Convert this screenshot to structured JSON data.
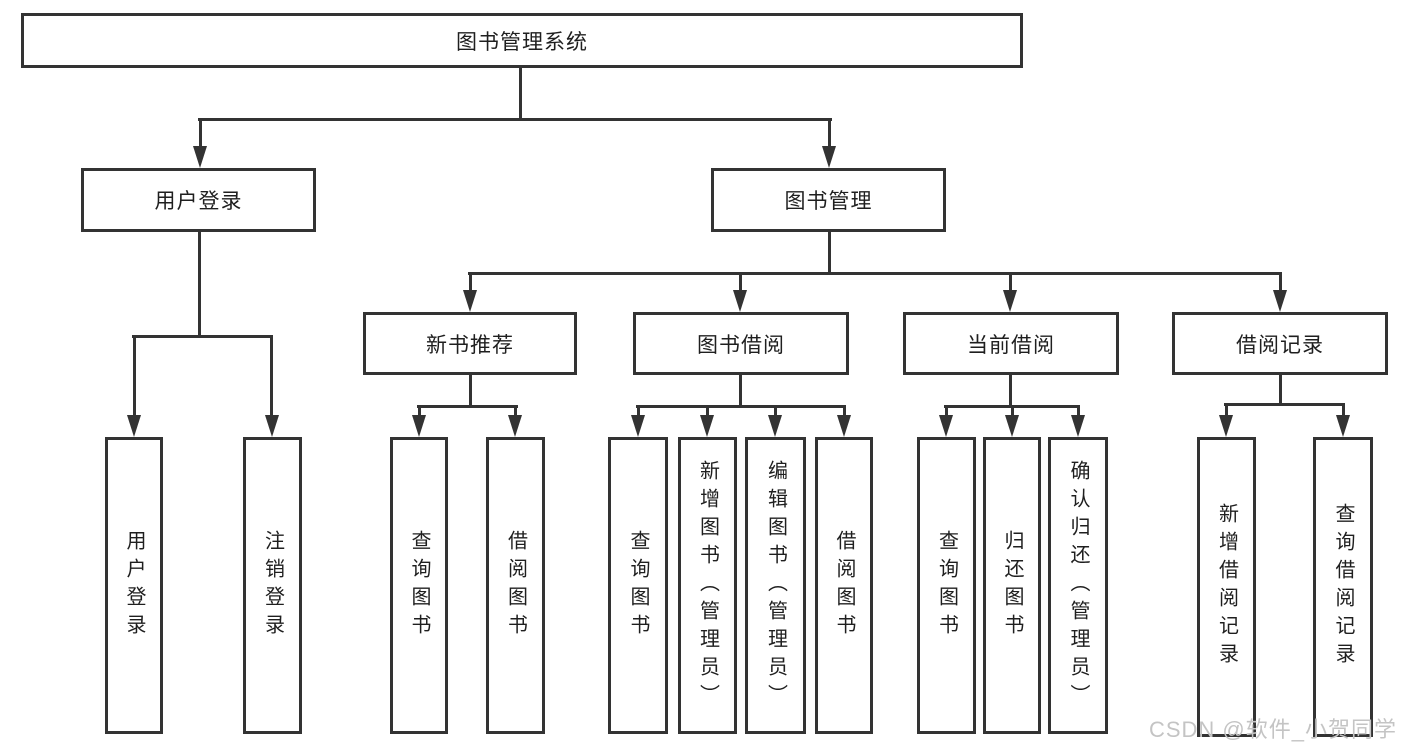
{
  "diagram": {
    "root": {
      "label": "图书管理系统"
    },
    "level2": {
      "user_login": {
        "label": "用户登录"
      },
      "book_mgmt": {
        "label": "图书管理"
      }
    },
    "level3": {
      "new_book_rec": {
        "label": "新书推荐"
      },
      "book_borrow": {
        "label": "图书借阅"
      },
      "current_borrow": {
        "label": "当前借阅"
      },
      "borrow_records": {
        "label": "借阅记录"
      }
    },
    "level4": {
      "user_login_leaf": {
        "label": "用户登录"
      },
      "logout_leaf": {
        "label": "注销登录"
      },
      "rec_query_books": {
        "label": "查询图书"
      },
      "rec_borrow_books": {
        "label": "借阅图书"
      },
      "borrow_query_books": {
        "label": "查询图书"
      },
      "borrow_add_books": {
        "label": "新增图书（管理员）"
      },
      "borrow_edit_books": {
        "label": "编辑图书（管理员）"
      },
      "borrow_borrow_books": {
        "label": "借阅图书"
      },
      "current_query_books": {
        "label": "查询图书"
      },
      "current_return_books": {
        "label": "归还图书"
      },
      "current_confirm_return": {
        "label": "确认归还（管理员）"
      },
      "records_add_record": {
        "label": "新增借阅记录"
      },
      "records_query_record": {
        "label": "查询借阅记录"
      }
    }
  },
  "watermark": {
    "text": "CSDN @软件_小贺同学"
  },
  "colors": {
    "line": "#333333",
    "text": "#1f1f1f",
    "watermark": "#c4c4c4",
    "background": "#ffffff"
  }
}
